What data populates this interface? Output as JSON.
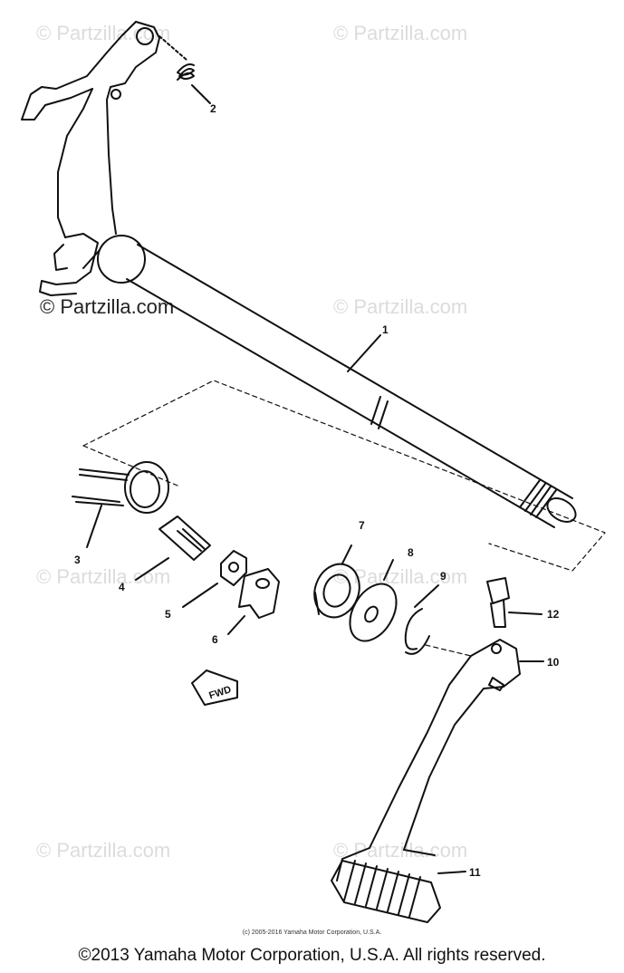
{
  "watermark_text": "© Partzilla.com",
  "callouts": {
    "c1": "1",
    "c2": "2",
    "c3": "3",
    "c4": "4",
    "c5": "5",
    "c6": "6",
    "c7": "7",
    "c8": "8",
    "c9": "9",
    "c10": "10",
    "c11": "11",
    "c12": "12"
  },
  "fwd_label": "FWD",
  "small_copyright": "(c) 2005-2016 Yamaha Motor Corporation, U.S.A.",
  "footer_copyright": "©2013 Yamaha Motor Corporation, U.S.A. All rights reserved."
}
